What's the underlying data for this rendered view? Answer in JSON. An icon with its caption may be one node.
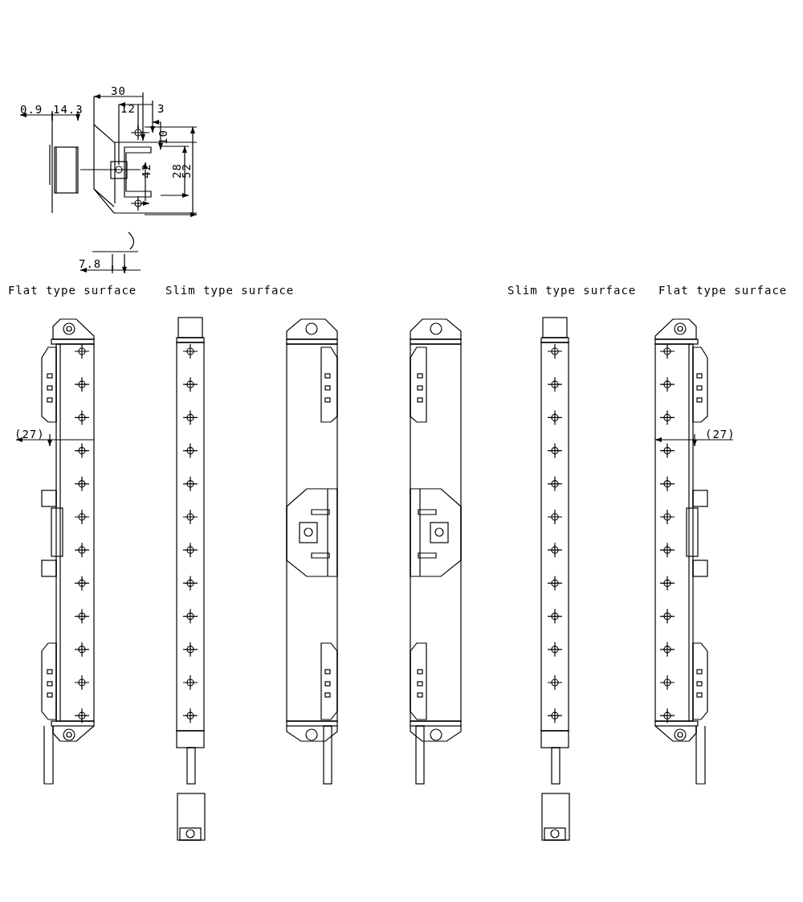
{
  "diagram": {
    "labels": [
      "0.9",
      "14.3",
      "30",
      "12",
      "3",
      "10",
      "42",
      "28",
      "52",
      "7.8",
      "Flat type surface",
      "Slim type surface",
      "Slim type surface",
      "Flat type surface",
      "(27)",
      "(27)"
    ]
  }
}
